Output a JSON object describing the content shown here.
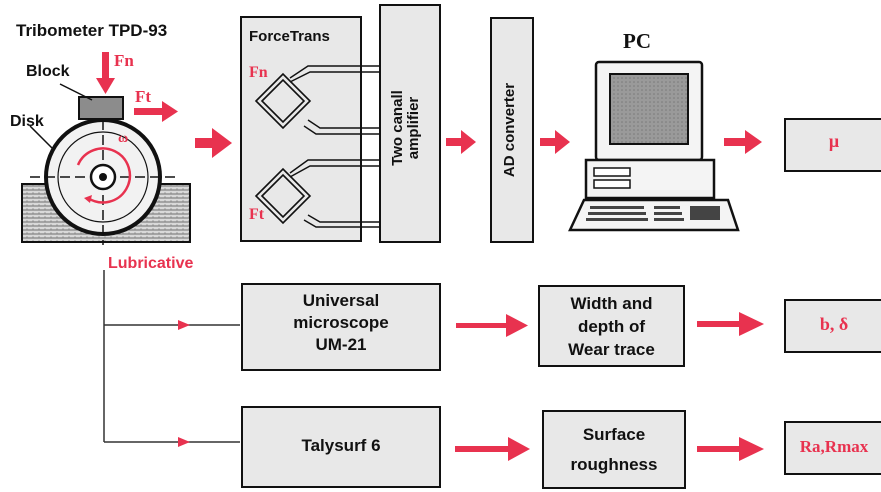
{
  "tribometer": {
    "title": "Tribometer TPD-93",
    "block_label": "Block",
    "disk_label": "Disk",
    "fn_label": "Fn",
    "ft_label": "Ft",
    "omega_label": "ω",
    "lubricative_label": "Lubricative"
  },
  "force_trans": {
    "title": "ForceTrans",
    "fn_label": "Fn",
    "ft_label": "Ft"
  },
  "amplifier": {
    "label_line1": "Two canall",
    "label_line2": "amplifier"
  },
  "ad_converter": {
    "label": "AD converter"
  },
  "pc": {
    "label": "PC"
  },
  "outputs": {
    "mu": "μ",
    "b_delta": "b,  δ",
    "ra_rmax": "Ra,Rmax"
  },
  "microscope": {
    "line1": "Universal",
    "line2": "microscope",
    "line3": "UM-21"
  },
  "wear": {
    "line1": "Width and",
    "line2": "depth of",
    "line3": "Wear trace"
  },
  "talysurf": {
    "label": "Talysurf 6"
  },
  "roughness": {
    "line1": "Surface",
    "line2": "roughness"
  },
  "colors": {
    "accent_red": "#e8324f",
    "box_fill": "#e8e8e8",
    "stroke": "#111111"
  }
}
